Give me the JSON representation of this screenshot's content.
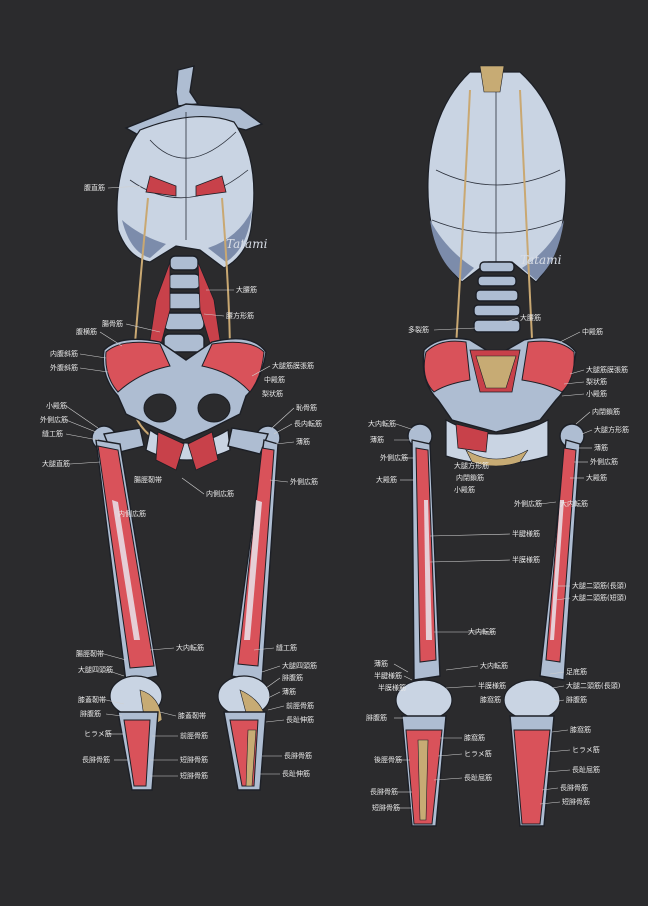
{
  "signature": "Tatami",
  "signature_left": "Tatami",
  "signature_right": "Tatami",
  "colors": {
    "background": "#2b2b2d",
    "bone": "#aebdd2",
    "muscle": "#d9525a",
    "tendon": "#c7ab74",
    "label": "#e9e9e9"
  },
  "front": {
    "labels": [
      {
        "id": "l1",
        "text": "腹直筋"
      },
      {
        "id": "l2",
        "text": "大腰筋"
      },
      {
        "id": "l3",
        "text": "腰方形筋"
      },
      {
        "id": "l4",
        "text": "腸骨筋"
      },
      {
        "id": "l5",
        "text": "大腿筋膜張筋"
      },
      {
        "id": "l6",
        "text": "腹横筋"
      },
      {
        "id": "l7",
        "text": "内腹斜筋"
      },
      {
        "id": "l8",
        "text": "外腹斜筋"
      },
      {
        "id": "l9",
        "text": "中殿筋"
      },
      {
        "id": "l10",
        "text": "梨状筋"
      },
      {
        "id": "l11",
        "text": "小殿筋"
      },
      {
        "id": "l12",
        "text": "外側広筋"
      },
      {
        "id": "l13",
        "text": "縫工筋"
      },
      {
        "id": "l14",
        "text": "恥骨筋"
      },
      {
        "id": "l15",
        "text": "長内転筋"
      },
      {
        "id": "l16",
        "text": "薄筋"
      },
      {
        "id": "l17",
        "text": "大腿直筋"
      },
      {
        "id": "l18",
        "text": "内側広筋"
      },
      {
        "id": "l19",
        "text": "大内転筋"
      },
      {
        "id": "l20",
        "text": "大腿四頭筋"
      },
      {
        "id": "l21",
        "text": "腓腹筋"
      },
      {
        "id": "l22",
        "text": "膝蓋靭帯"
      },
      {
        "id": "l23",
        "text": "前脛骨筋"
      },
      {
        "id": "l24",
        "text": "長趾伸筋"
      },
      {
        "id": "l25",
        "text": "ヒラメ筋"
      },
      {
        "id": "l26",
        "text": "長腓骨筋"
      },
      {
        "id": "l27",
        "text": "短腓骨筋"
      },
      {
        "id": "l28",
        "text": "腸脛靭帯"
      }
    ]
  },
  "back": {
    "labels": [
      {
        "id": "r1",
        "text": "多裂筋"
      },
      {
        "id": "r2",
        "text": "大腰筋"
      },
      {
        "id": "r3",
        "text": "中殿筋"
      },
      {
        "id": "r4",
        "text": "大腿筋膜張筋"
      },
      {
        "id": "r5",
        "text": "梨状筋"
      },
      {
        "id": "r6",
        "text": "小殿筋"
      },
      {
        "id": "r7",
        "text": "内閉鎖筋"
      },
      {
        "id": "r8",
        "text": "大腿方形筋"
      },
      {
        "id": "r9",
        "text": "大殿筋"
      },
      {
        "id": "r10",
        "text": "外側広筋"
      },
      {
        "id": "r11",
        "text": "大内転筋"
      },
      {
        "id": "r12",
        "text": "半腱様筋"
      },
      {
        "id": "r13",
        "text": "半膜様筋"
      },
      {
        "id": "r14",
        "text": "大腿二頭筋(短頭)"
      },
      {
        "id": "r15",
        "text": "大腿二頭筋(長頭)"
      },
      {
        "id": "r16",
        "text": "薄筋"
      },
      {
        "id": "r17",
        "text": "腓腹筋"
      },
      {
        "id": "r18",
        "text": "膝窩筋"
      },
      {
        "id": "r19",
        "text": "ヒラメ筋"
      },
      {
        "id": "r20",
        "text": "長趾屈筋"
      },
      {
        "id": "r21",
        "text": "後脛骨筋"
      },
      {
        "id": "r22",
        "text": "長腓骨筋"
      },
      {
        "id": "r23",
        "text": "短腓骨筋"
      },
      {
        "id": "r24",
        "text": "足底筋"
      }
    ]
  }
}
